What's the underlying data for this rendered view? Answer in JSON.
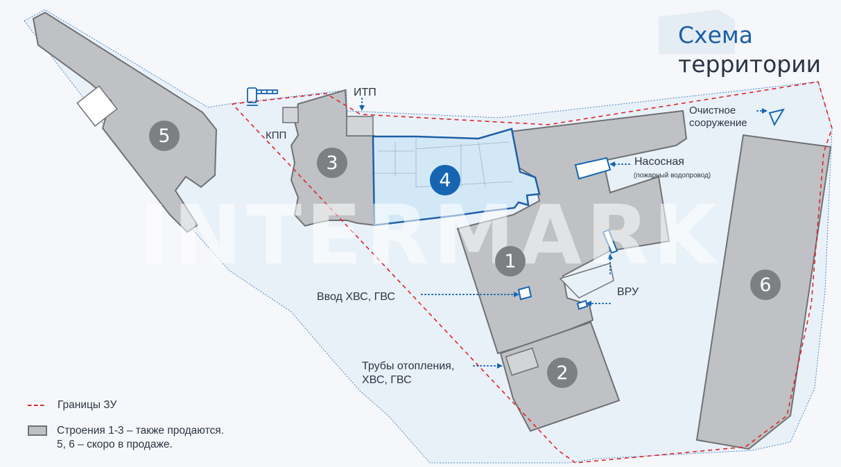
{
  "title": {
    "line1": "Схема",
    "line2": "территории"
  },
  "watermark": "INTERMARK",
  "buildings": [
    {
      "id": "1",
      "number": "1"
    },
    {
      "id": "2",
      "number": "2"
    },
    {
      "id": "3",
      "number": "3"
    },
    {
      "id": "4",
      "number": "4"
    },
    {
      "id": "5",
      "number": "5"
    },
    {
      "id": "6",
      "number": "6"
    }
  ],
  "labels": {
    "kpp": "КПП",
    "itp": "ИТП",
    "treatment_line1": "Очистное",
    "treatment_line2": "сооружение",
    "pump_title": "Насосная",
    "pump_note": "(пожарный водопровод)",
    "vru": "ВРУ",
    "water_inlet": "Ввод ХВС, ГВС",
    "pipes_line1": "Трубы отопления,",
    "pipes_line2": "ХВС, ГВС"
  },
  "legend": {
    "boundary": "Границы ЗУ",
    "buildings_line1": "Строения 1-3 – также продаются.",
    "buildings_line2": "5, 6 – скоро в продаже."
  },
  "colors": {
    "building_fill": "#bfc1c4",
    "building_stroke": "#6e7074",
    "highlight_fill": "#d3e8f7",
    "highlight_stroke": "#1d5fa6",
    "boundary_red": "#e02227",
    "territory_line": "#4a86c5",
    "accent_blue": "#1565b3"
  }
}
